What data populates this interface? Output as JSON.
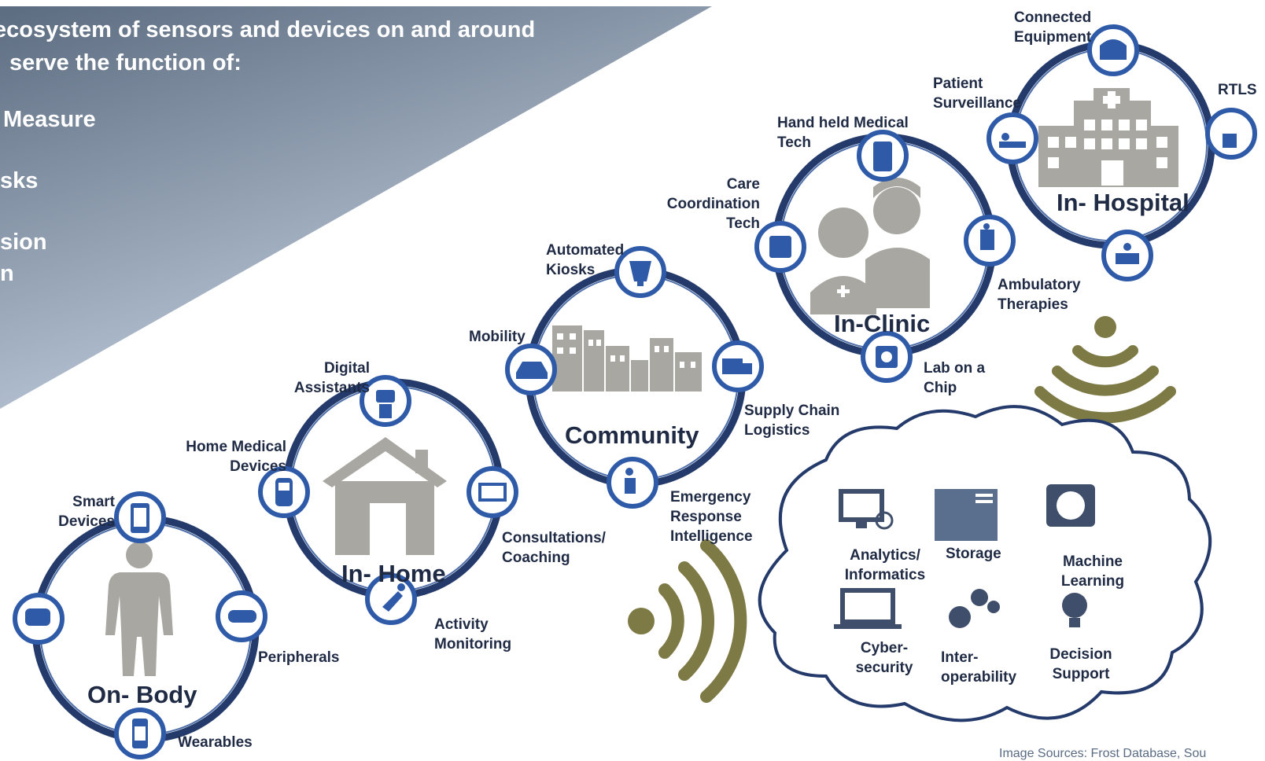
{
  "header": {
    "title": "ecosystem of sensors and devices on and around",
    "subtitle": "serve the function of:",
    "items": [
      "Measure",
      "sks",
      "sion",
      "n"
    ]
  },
  "hubs": {
    "on_body": {
      "title": "On- Body",
      "satellites": [
        "Smart Devices",
        "Peripherals",
        "Wearables"
      ]
    },
    "in_home": {
      "title": "In- Home",
      "satellites": [
        "Digital Assistants",
        "Home Medical Devices",
        "Consultations/ Coaching",
        "Activity Monitoring"
      ]
    },
    "community": {
      "title": "Community",
      "satellites": [
        "Automated Kiosks",
        "Mobility",
        "Supply Chain Logistics",
        "Emergency Response Intelligence"
      ]
    },
    "in_clinic": {
      "title": "In-Clinic",
      "satellites": [
        "Hand held Medical Tech",
        "Care Coordination Tech",
        "Ambulatory Therapies",
        "Lab on a Chip"
      ]
    },
    "in_hospital": {
      "title": "In- Hospital",
      "satellites": [
        "Connected Equipment",
        "Patient Surveillance",
        "RTLS"
      ]
    }
  },
  "cloud": {
    "items": [
      "Analytics/ Informatics",
      "Storage",
      "Machine Learning",
      "Cyber- security",
      "Inter- operability",
      "Decision Support"
    ]
  },
  "footer": {
    "source": "Image Sources: Frost Database, Sou"
  },
  "colors": {
    "ring": "#243a6b",
    "icon_circle": "#2e5aa8",
    "accent_olive": "#7d7a45",
    "gray_illustration": "#a9a7a2",
    "header_gradient_start": "#5c6c80",
    "header_gradient_end": "#c8d4e4"
  }
}
